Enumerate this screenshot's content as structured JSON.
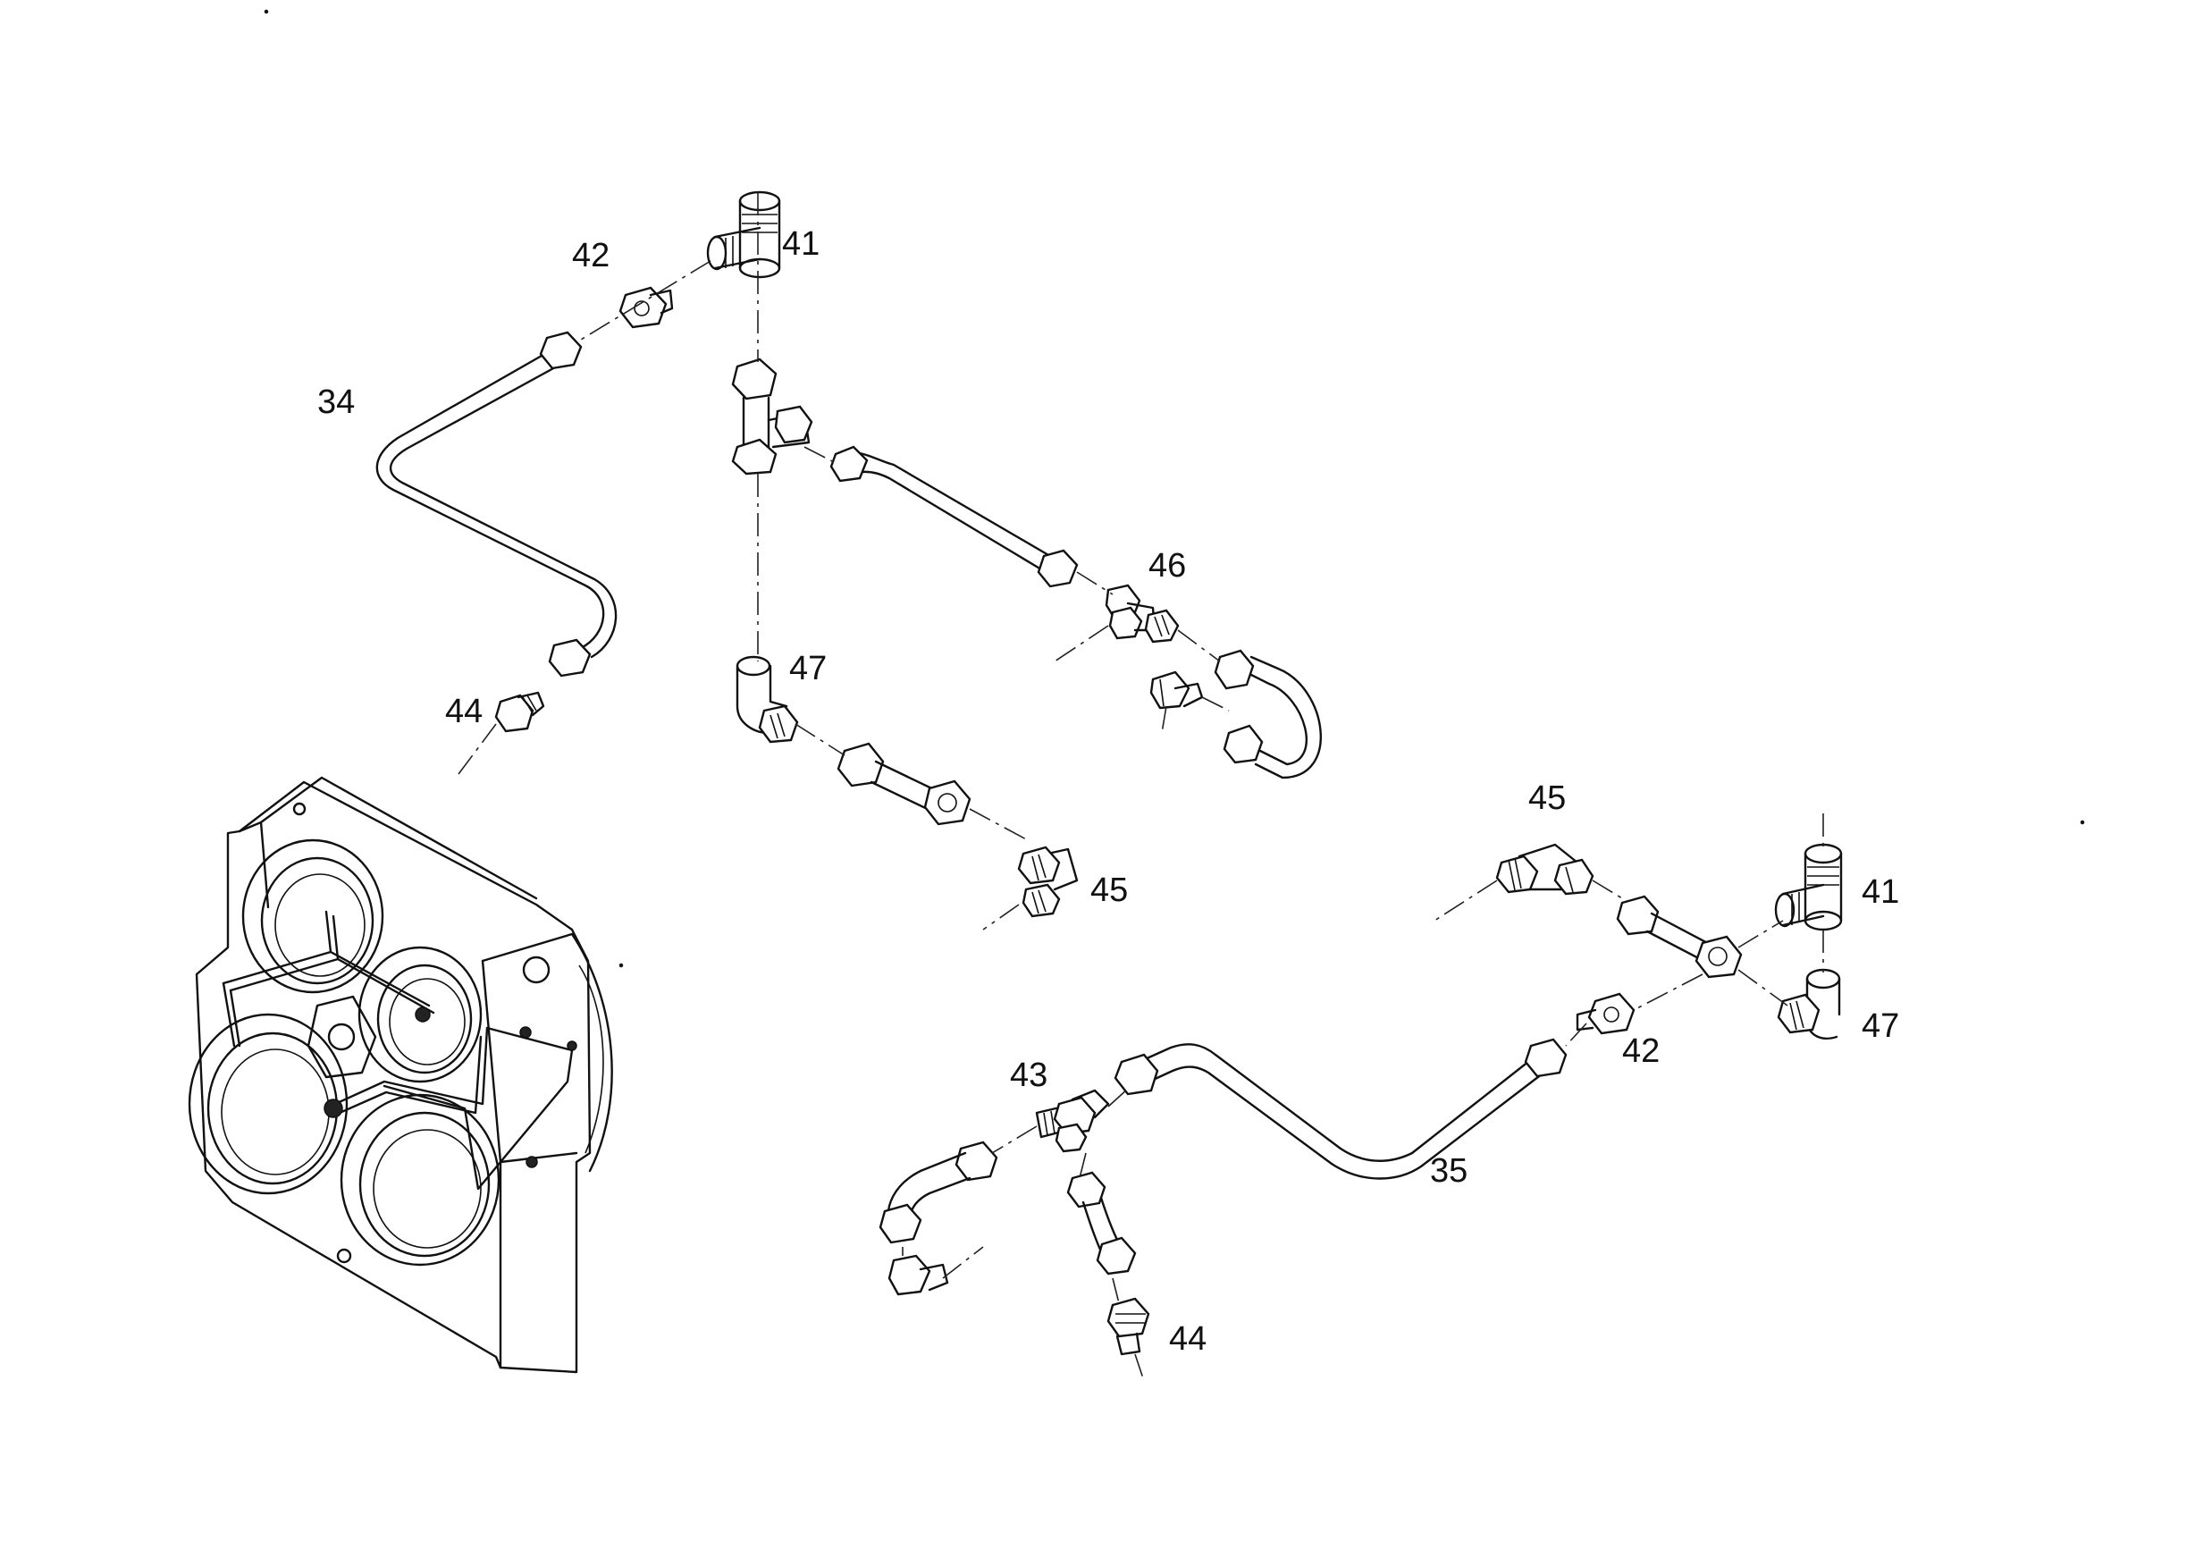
{
  "callouts": [
    {
      "id": "c34a",
      "text": "34"
    },
    {
      "id": "c42a",
      "text": "42"
    },
    {
      "id": "c41a",
      "text": "41"
    },
    {
      "id": "c46",
      "text": "46"
    },
    {
      "id": "c47a",
      "text": "47"
    },
    {
      "id": "c44a",
      "text": "44"
    },
    {
      "id": "c45a",
      "text": "45"
    },
    {
      "id": "c45b",
      "text": "45"
    },
    {
      "id": "c41b",
      "text": "41"
    },
    {
      "id": "c47b",
      "text": "47"
    },
    {
      "id": "c42b",
      "text": "42"
    },
    {
      "id": "c43",
      "text": "43"
    },
    {
      "id": "c35",
      "text": "35"
    },
    {
      "id": "c44b",
      "text": "44"
    }
  ]
}
